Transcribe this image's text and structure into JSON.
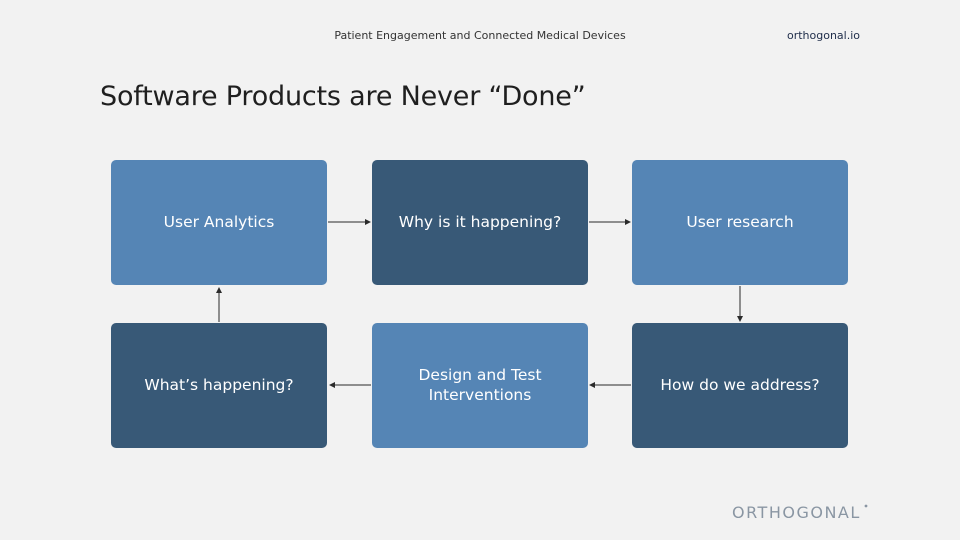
{
  "header": {
    "subtitle": "Patient Engagement and Connected Medical Devices",
    "site": "orthogonal.io"
  },
  "slide": {
    "title": "Software Products are Never “Done”"
  },
  "diagram": {
    "nodes": {
      "user_analytics": "User Analytics",
      "why_happening": "Why is it happening?",
      "user_research": "User research",
      "whats_happening": "What’s happening?",
      "design_test": "Design and Test Interventions",
      "how_address": "How do we address?"
    },
    "flow": [
      [
        "user_analytics",
        "why_happening"
      ],
      [
        "why_happening",
        "user_research"
      ],
      [
        "user_research",
        "how_address"
      ],
      [
        "how_address",
        "design_test"
      ],
      [
        "design_test",
        "whats_happening"
      ],
      [
        "whats_happening",
        "user_analytics"
      ]
    ],
    "colors": {
      "light_box": "#5585b5",
      "dark_box": "#385977",
      "connector": "#2b2b2b"
    }
  },
  "footer": {
    "logo": "ORTHOGONAL",
    "logo_color": "#8a96a3"
  }
}
